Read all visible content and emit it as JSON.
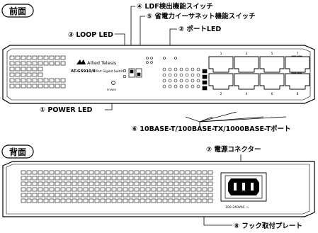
{
  "front": {
    "section_label": "前面",
    "callouts": {
      "ldf_switch": "④ LDF検出機能スイッチ",
      "eco_switch": "⑤ 省電力イーサネット機能スイッチ",
      "port_led": "② ポートLED",
      "loop_led": "③ LOOP LED",
      "power_led": "① POWER LED",
      "ports": "⑥ 10BASE-T/100BASE-TX/1000BASE-Tポート"
    },
    "device": {
      "brand": "Allied Telesis",
      "model": "AT-GS910/8",
      "model_desc": "8 Port Gigabit Switch",
      "power_label": "POWER",
      "top_port_numbers": [
        "1",
        "3",
        "5",
        "7"
      ],
      "bottom_port_numbers": [
        "2",
        "4",
        "6",
        "8"
      ]
    }
  },
  "back": {
    "section_label": "背面",
    "callouts": {
      "power_connector": "⑦ 電源コネクター",
      "hook_plate": "⑧ フック取付プレート"
    },
    "voltage_label": "100-240VAC ～"
  },
  "colors": {
    "outline": "#000000",
    "device_fill": "#ffffff"
  }
}
